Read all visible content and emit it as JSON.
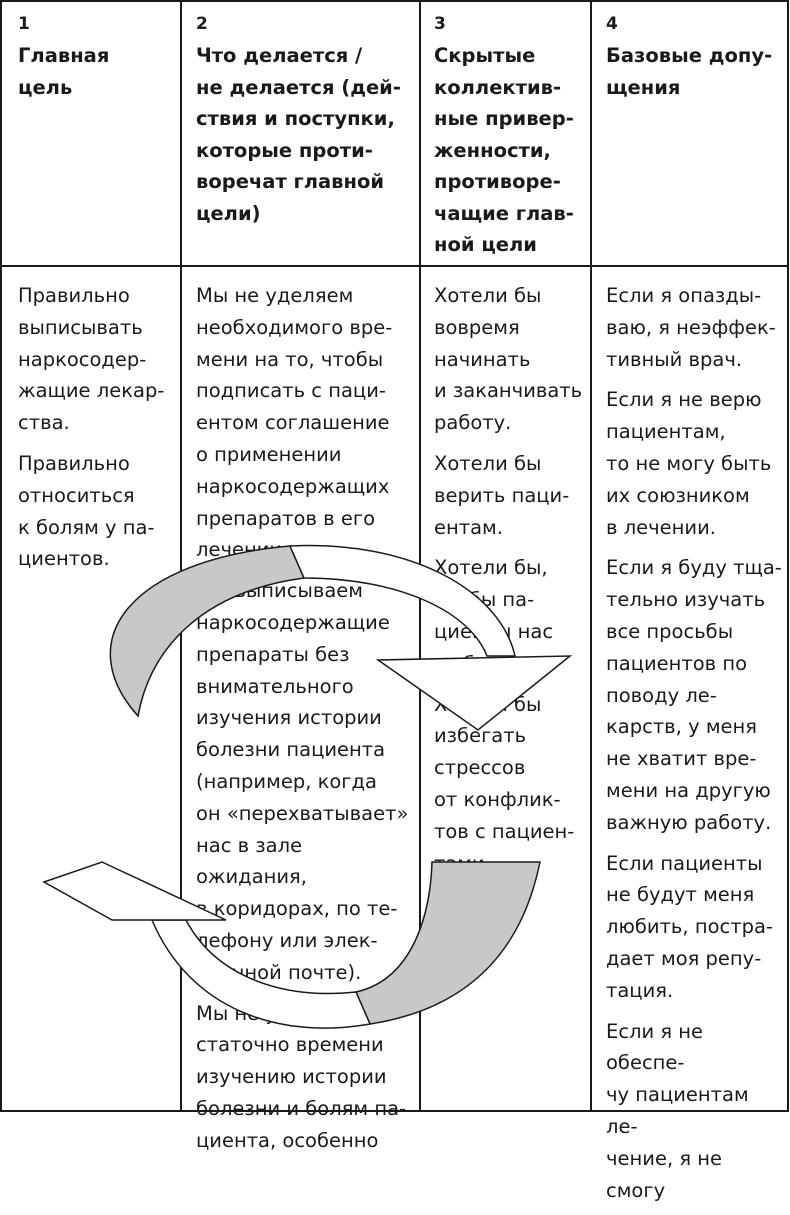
{
  "columns": [
    {
      "number": "1",
      "title": [
        "Главная цель"
      ],
      "paragraphs": [
        [
          "Правильно",
          "выписывать",
          "наркосодер-",
          "жащие лекар-",
          "ства."
        ],
        [
          "Правильно",
          "относиться",
          "к болям у па-",
          "циентов."
        ]
      ]
    },
    {
      "number": "2",
      "title": [
        "Что делается /",
        "не делается (дей-",
        "ствия и поступки,",
        "которые проти-",
        "воречат главной",
        "цели)"
      ],
      "paragraphs": [
        [
          "Мы не уделяем",
          "необходимого вре-",
          "мени на то, чтобы",
          "подписать с паци-",
          "ентом соглашение",
          "о применении",
          "наркосодержащих",
          "препаратов в его",
          "лечении."
        ],
        [
          "Мы выписываем",
          "наркосодержащие",
          "препараты без",
          "внимательного",
          "изучения истории",
          "болезни пациента",
          "(например, когда",
          "он «перехватывает»",
          "нас в зале ожидания,",
          "в коридорах, по те-",
          "лефону или элек-",
          "тронной почте)."
        ],
        [
          "Мы не уделяем до-",
          "статочно времени",
          "изучению истории",
          "болезни и болям па-",
          "циента, особенно"
        ]
      ]
    },
    {
      "number": "3",
      "title": [
        "Скрытые",
        "коллектив-",
        "ные привер-",
        "женности,",
        "противоре-",
        "чащие глав-",
        "ной цели"
      ],
      "paragraphs": [
        [
          "Хотели бы",
          "вовремя",
          "начинать",
          "и заканчивать",
          "работу."
        ],
        [
          "Хотели бы",
          "верить паци-",
          "ентам."
        ],
        [
          "Хотели бы,",
          "чтобы па-",
          "циенты нас",
          "любили."
        ],
        [
          "Хотели бы",
          "избегать",
          "стрессов",
          "от конфлик-",
          "тов с пациен-",
          "тами."
        ]
      ]
    },
    {
      "number": "4",
      "title": [
        "Базовые допу-",
        "щения"
      ],
      "paragraphs": [
        [
          "Если я опазды-",
          "ваю, я неэффек-",
          "тивный врач."
        ],
        [
          "Если я не верю",
          "пациентам,",
          "то не могу быть",
          "их союзником",
          "в лечении."
        ],
        [
          "Если я буду тща-",
          "тельно изучать",
          "все просьбы",
          "пациентов по",
          "поводу ле-",
          "карств, у меня",
          "не хватит вре-",
          "мени на другую",
          "важную работу."
        ],
        [
          "Если пациенты",
          "не будут меня",
          "любить, постра-",
          "дает моя репу-",
          "тация."
        ],
        [
          "Если я не обеспе-",
          "чу пациентам ле-",
          "чение, я не смогу"
        ]
      ]
    }
  ]
}
